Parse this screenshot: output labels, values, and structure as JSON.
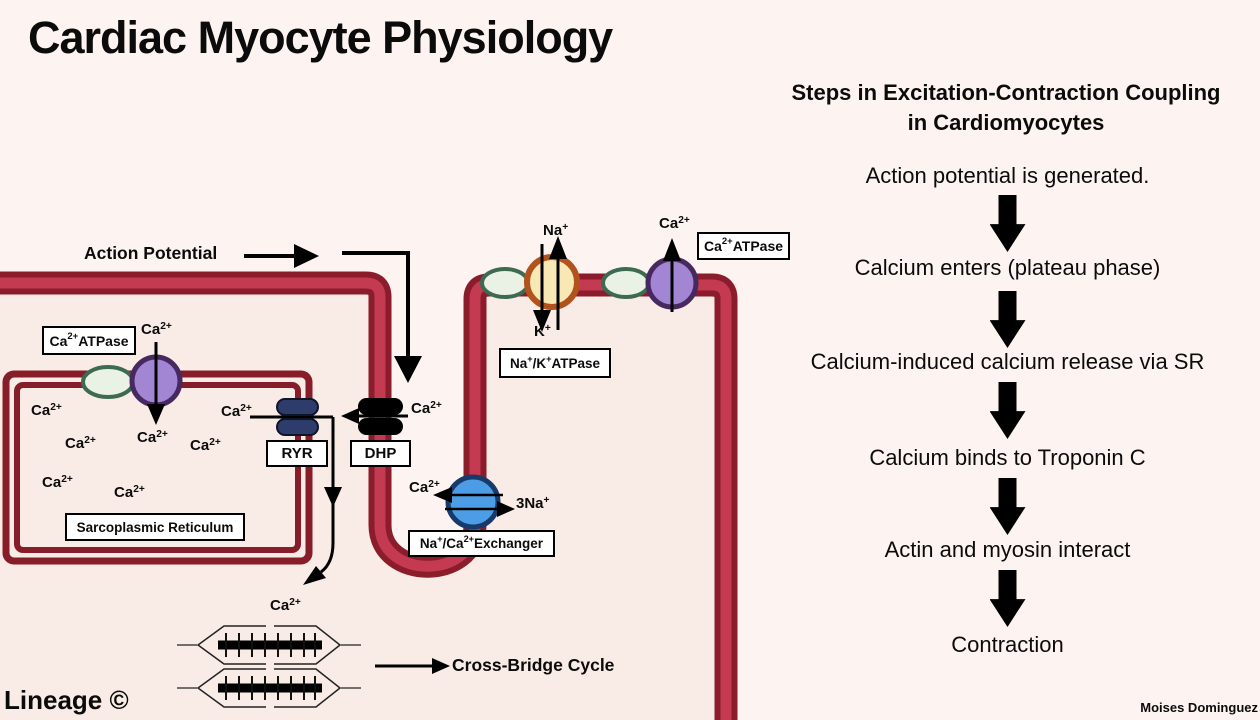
{
  "title": "Cardiac Myocyte Physiology",
  "credits": {
    "brand": "Lineage ©",
    "author": "Moises Dominguez"
  },
  "flow": {
    "heading": "Steps in Excitation-Contraction Coupling in Cardiomyocytes",
    "steps": [
      "Action potential is generated.",
      "Calcium enters (plateau phase)",
      "Calcium-induced calcium release via SR",
      "Calcium binds to Troponin C",
      "Actin and myosin interact",
      "Contraction"
    ]
  },
  "diagram": {
    "action_potential_label": "Action Potential",
    "cross_bridge_label": "Cross-Bridge Cycle",
    "boxes": {
      "sr": "Sarcoplasmic Reticulum",
      "ryr": "RYR",
      "dhp": "DHP",
      "ca_atpase": [
        {
          "t": "Ca"
        },
        {
          "sup": "2+"
        },
        {
          "t": "ATPase"
        }
      ],
      "nak_atpase": [
        {
          "t": "Na"
        },
        {
          "sup": "+"
        },
        {
          "t": "/K"
        },
        {
          "sup": "+"
        },
        {
          "t": " ATPase"
        }
      ],
      "naca_exchanger": [
        {
          "t": "Na"
        },
        {
          "sup": "+"
        },
        {
          "t": "/Ca"
        },
        {
          "sup": "2+"
        },
        {
          "t": " Exchanger"
        }
      ]
    },
    "ions": {
      "ca": [
        {
          "t": "Ca"
        },
        {
          "sup": "2+"
        }
      ],
      "na": [
        {
          "t": "Na"
        },
        {
          "sup": "+"
        }
      ],
      "k": [
        {
          "t": "K"
        },
        {
          "sup": "+"
        }
      ],
      "na3": [
        {
          "t": "3Na"
        },
        {
          "sup": "+"
        }
      ]
    },
    "palette": {
      "page_bg": "#fdf4f1",
      "cell_interior": "#f9ebe5",
      "membrane_crimson": "#c43a50",
      "membrane_maroon": "#8a1c2b",
      "sr_border": "#861d29",
      "pump_purple": "#a286d4",
      "pump_purple_border": "#472960",
      "helper_green": "#e9f2e4",
      "helper_green_border": "#3c6b51",
      "nak_cream": "#f8e9b4",
      "nak_orange_border": "#b2521c",
      "exchanger_blue": "#4d9de6",
      "exchanger_blue_border": "#173a6b",
      "ryr_navy": "#2e3c6c"
    }
  }
}
